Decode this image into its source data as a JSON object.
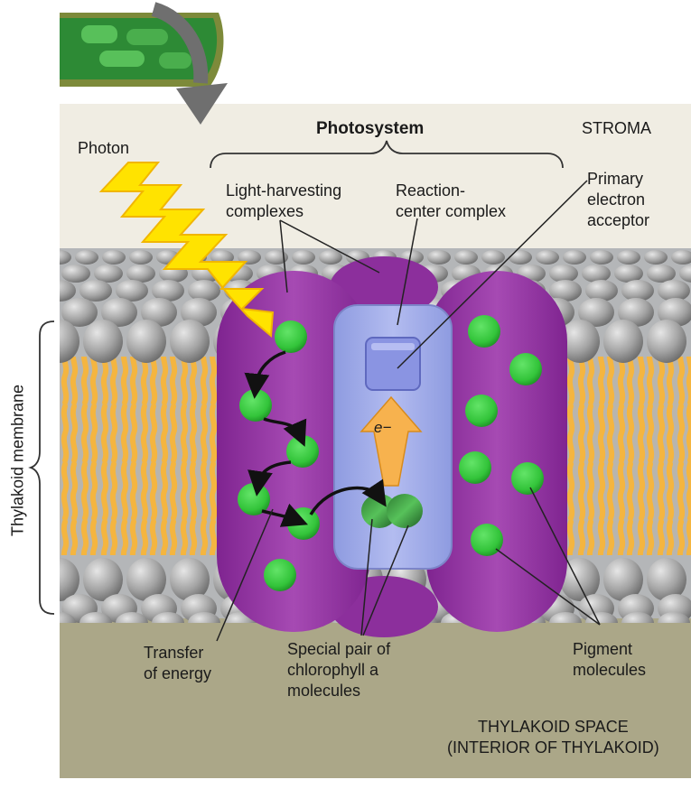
{
  "title": "Photosystem",
  "regions": {
    "stroma": "STROMA",
    "thylakoid_space": "THYLAKOID SPACE\n(INTERIOR OF THYLAKOID)"
  },
  "membrane_label": "Thylakoid membrane",
  "labels": {
    "photon": "Photon",
    "light_harvesting": "Light-harvesting\ncomplexes",
    "reaction_center": "Reaction-\ncenter complex",
    "primary_acceptor": "Primary\nelectron\nacceptor",
    "transfer_energy": "Transfer\nof energy",
    "special_pair": "Special pair of\nchlorophyll a\nmolecules",
    "pigment_molecules": "Pigment\nmolecules",
    "electron": "e−"
  },
  "colors": {
    "stroma": "#f0ede3",
    "thylakoid_space": "#aba788",
    "complex": "#9a3aa7",
    "reaction_center": "#9aa7e4",
    "pigment": "#37c93c",
    "lipid_core": "#f5b640",
    "photon": "#ffe300",
    "arrow": "#f7b24e"
  }
}
